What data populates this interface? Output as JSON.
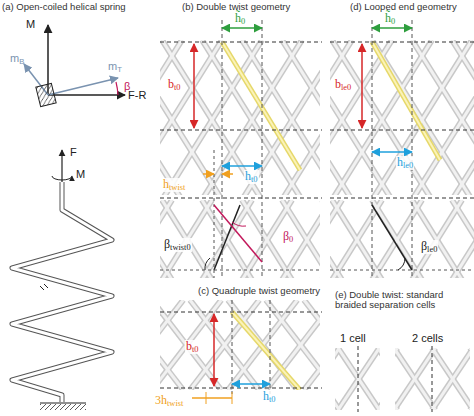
{
  "diagram": {
    "labels": [
      "(a) Open-coiled helical spring",
      "M",
      "mB",
      "mT",
      "β",
      "F-R",
      "F",
      "M",
      "(b) Double twist geometry",
      "h̃0",
      "bt0",
      "htwist",
      "ht0",
      "βtwist0",
      "β0",
      "(d) Looped end geometry",
      "h̃0",
      "ble0",
      "hle0",
      "βle0",
      "(c) Quadruple twist geometry",
      "bt0",
      "3htwist",
      "ht0",
      "(e) Double twist: standard braided separation cells",
      "1 cell",
      "2 cells"
    ]
  }
}
